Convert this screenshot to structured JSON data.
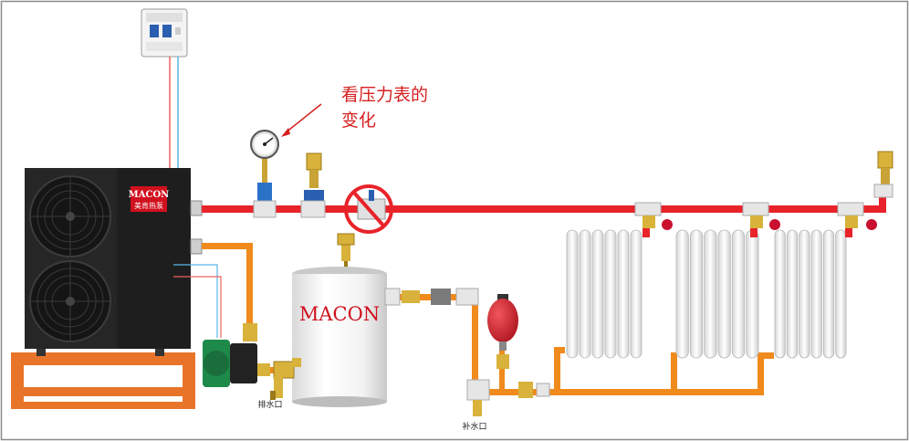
{
  "annotation": {
    "line1": "看压力表的",
    "line2": "变化",
    "color": "#d62020"
  },
  "heat_pump": {
    "brand": "MACON",
    "brand_cn": "美肯热泵"
  },
  "tank": {
    "brand": "MACON"
  },
  "labels": {
    "drain_outlet": "排水口",
    "fill_outlet": "补水口"
  },
  "colors": {
    "supply_pipe": "#e8232a",
    "return_pipe": "#f08a1c",
    "fitting": "#e6e6e6",
    "brass": "#d8b23a",
    "valve_handle": "#c8102e",
    "unit_body": "#262626",
    "stand": "#e8742a",
    "pump_green": "#1e8a4a",
    "expansion_tank": "#d81e2a"
  },
  "icons": [
    "breaker-icon",
    "pressure-gauge-icon",
    "prohibited-valve-icon",
    "fan-icon",
    "air-vent-icon"
  ]
}
